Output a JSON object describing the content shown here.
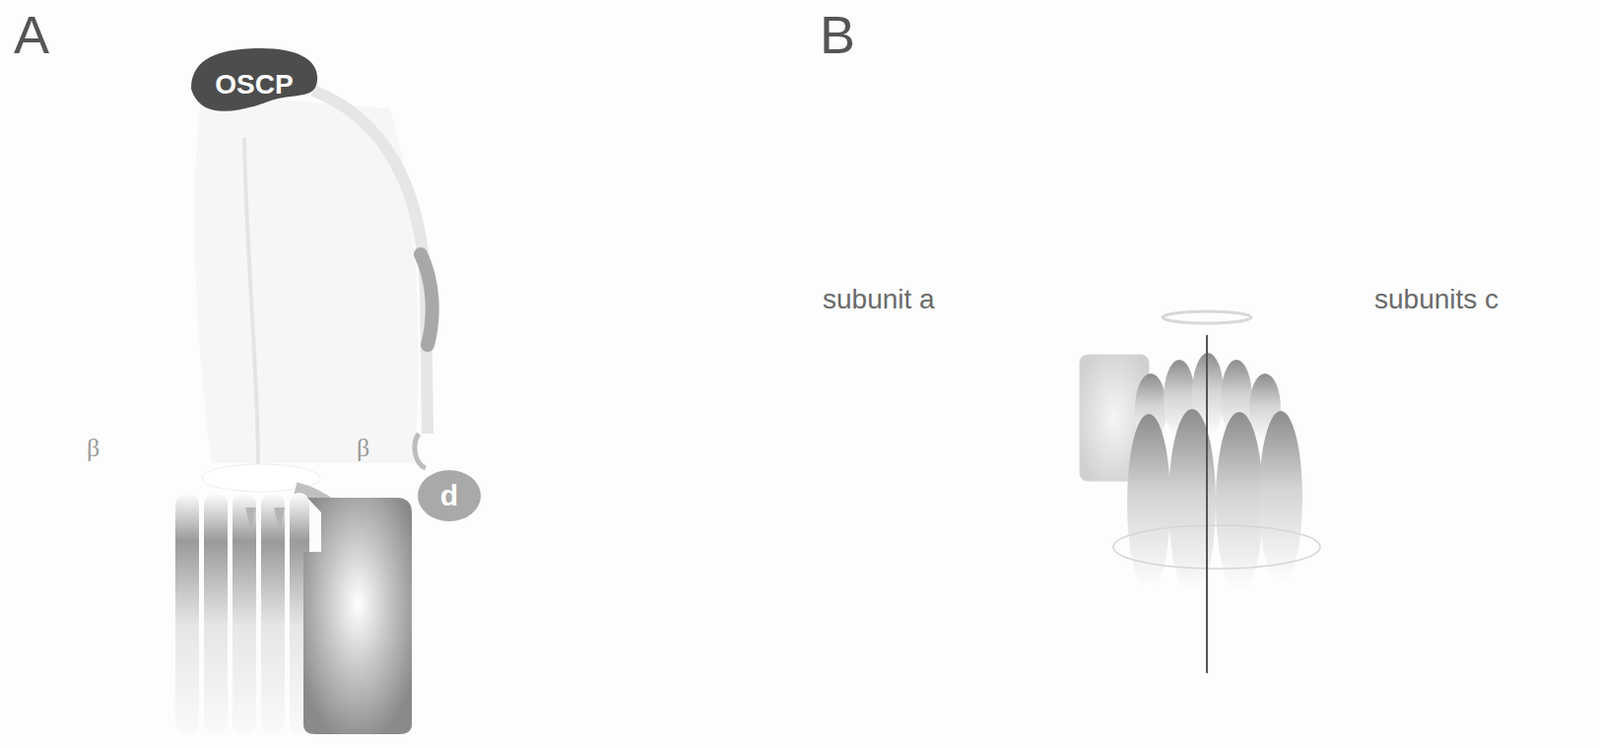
{
  "diagram": {
    "nodes": [
      {
        "text": [
          "OSCP"
        ]
      },
      {
        "text": [
          "d"
        ]
      }
    ],
    "labels": [
      "A",
      "β",
      "β",
      "B",
      "subunit a",
      "subunits c"
    ]
  }
}
